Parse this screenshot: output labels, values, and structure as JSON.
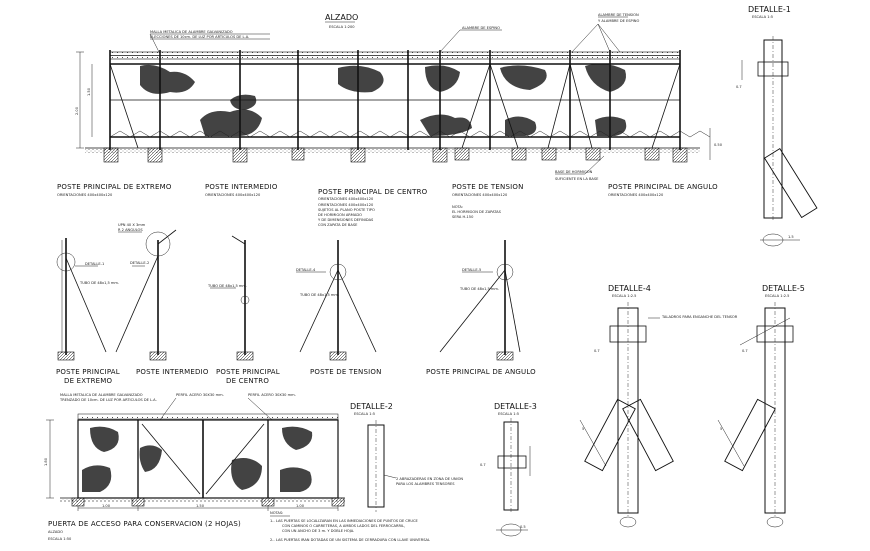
{
  "titles": {
    "alzado": "ALZADO",
    "escala_200": "ESCALA 1:200",
    "detalle_1": "DETALLE-1",
    "escala_1_5": "ESCALA 1:5",
    "detalle_2": "DETALLE-2",
    "detalle_3": "DETALLE-3",
    "detalle_4": "DETALLE-4",
    "detalle_5": "DETALLE-5",
    "escala_1_2": "ESCALA 1:2.5",
    "escala_1_3": "ESCALA 1:5"
  },
  "alzado_notes": {
    "malla": "MALLA METALICA DE ALAMBRE GALVANIZADO",
    "malla_dim": "ELECCIONES DE 10cm. DE LUZ POR ARTICULOS DE L.A.",
    "alambre_espino": "ALAMBRE DE ESPINO",
    "alambre_tension": "ALAMBRE DE TENSION",
    "soporte": "Y ALAMBRE DE ESPINO",
    "base": "BASE DE HORMIGON",
    "base_sub": "SUFICIENTE EN LA BASE"
  },
  "post_labels_top": [
    {
      "name": "POSTE PRINCIPAL DE EXTREMO",
      "sub": "ORIENTACIONES 400x400x120"
    },
    {
      "name": "POSTE INTERMEDIO",
      "sub": "ORIENTACIONES 400x400x120"
    },
    {
      "name": "POSTE PRINCIPAL DE CENTRO",
      "sub": "ORIENTACIONES 400x400x120"
    },
    {
      "name": "POSTE DE TENSION",
      "sub": "ORIENTACIONES 400x400x120"
    },
    {
      "name": "POSTE PRINCIPAL DE ANGULO",
      "sub": "ORIENTACIONES 400x400x120"
    }
  ],
  "centro_notes": [
    "ORIENTACIONES 400x400x120",
    "SUJETOS AL PLANO POSTE TIPO",
    "DE HORMIGON ARMADO",
    "Y DE DIMENSIONES DEFINIDAS",
    "CON ZAPATA DE BASE"
  ],
  "tension_notes": [
    "NOTA:",
    "EL HORMIGON DE ZAPATAS",
    "SERA H-150"
  ],
  "post_labels_mid": [
    {
      "l1": "POSTE PRINCIPAL",
      "l2": "DE EXTREMO"
    },
    {
      "l1": "POSTE INTERMEDIO",
      "l2": ""
    },
    {
      "l1": "POSTE PRINCIPAL",
      "l2": "DE CENTRO"
    },
    {
      "l1": "POSTE DE TENSION",
      "l2": ""
    },
    {
      "l1": "POSTE PRINCIPAL DE ANGULO",
      "l2": ""
    }
  ],
  "mid_callouts": {
    "detalle_1": "DETALLE-1",
    "detalle_2": "DETALLE-2",
    "detalle_3": "DETALLE-3",
    "detalle_4": "DETALLE-4",
    "detalle_5": "DETALLE-5",
    "tubo": "TUBO DE 48x1,5 mm.",
    "upn": "UPN 40 X 3mm",
    "upn2": "R 2 ANGULOS"
  },
  "detail_notes": {
    "d2_note": "2 ABRAZADERAS EN ZONA DE UNION",
    "d2_note2": "PARA LOS ALAMBRES TENSORES",
    "d4_note": "TALADROS PARA ENGANCHE DEL TENSOR",
    "dim_a": "0.7",
    "dim_b": "1.5",
    "dim_c": "0.5",
    "dim_d": "5"
  },
  "gate": {
    "malla": "MALLA METALICA DE ALAMBRE GALVANIZADO",
    "malla_dim": "TRENZADO DE 10cm. DE LUZ POR ARTICULOS DE L.A.",
    "perfil_l": "PERFIL ACERO 30X30 mm.",
    "perfil_r": "PERFIL ACERO 30X30 mm.",
    "dim_left": "1.00",
    "dim_mid": "1.50",
    "dim_right": "1.00",
    "height": "1.80",
    "title": "PUERTA DE ACCESO PARA CONSERVACION  (2 HOJAS)",
    "sub1": "ALZADO",
    "sub2": "ESCALA 1:50"
  },
  "notes": {
    "heading": "NOTAS:",
    "n1a": "1.- LAS PUERTAS SE LOCALIZARAN EN LAS INMEDIACIONES DE PUNTOS DE CRUCE",
    "n1b": "CON CAMINOS O CARRETERAS, A AMBOS LADOS DEL FERROCARRIL,",
    "n1c": "CON UN ANCHO DE 3 m. Y DOBLE HOJA.",
    "n2": "2.- LAS PUERTAS IRAN DOTADAS DE UN SISTEMA DE CERRADURA CON LLAVE UNIVERSAL"
  },
  "dims": {
    "h_total": "2.00",
    "h_mid": "1.50",
    "h_base": "0.50"
  }
}
